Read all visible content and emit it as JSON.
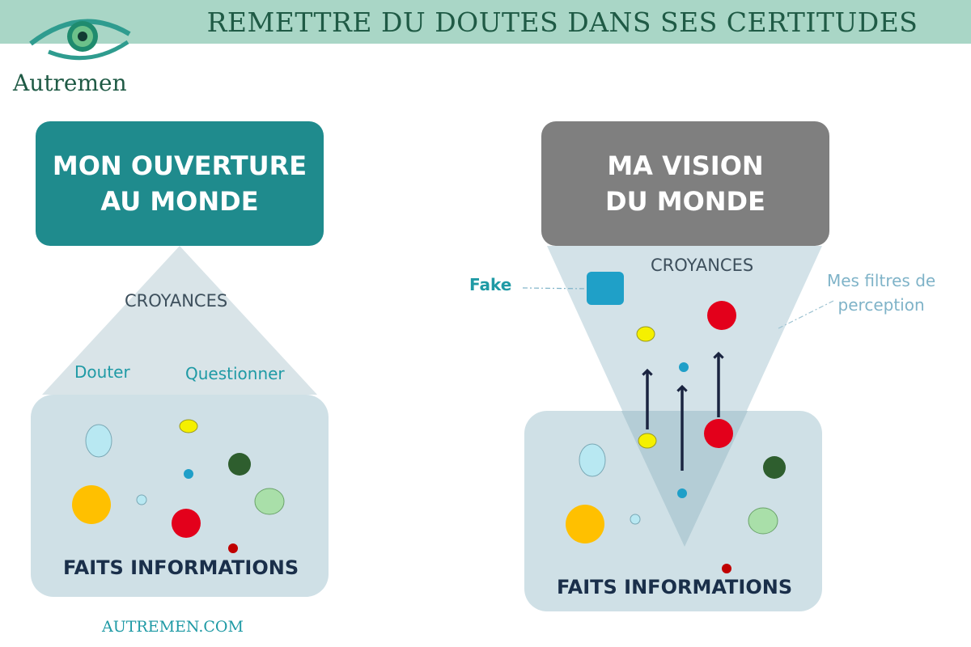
{
  "header": {
    "title": "REMETTRE DU DOUTES DANS SES CERTITUDES"
  },
  "logo": {
    "text": "Autremen"
  },
  "left": {
    "box_line1": "MON OUVERTURE",
    "box_line2": "AU  MONDE",
    "croyances": "CROYANCES",
    "douter": "Douter",
    "questionner": "Questionner",
    "facts": "FAITS INFORMATIONS"
  },
  "right": {
    "box_line1": "MA VISION",
    "box_line2": "DU MONDE",
    "croyances": "CROYANCES",
    "fake": "Fake",
    "filtres_line1": "Mes filtres de",
    "filtres_line2": "perception",
    "facts": "FAITS INFORMATIONS"
  },
  "footer": {
    "text": "AUTREMEN.COM"
  },
  "colors": {
    "header_band": "#a9d6c6",
    "title": "#1f5a45",
    "teal_box": "#1f8b8d",
    "grey_box": "#7f7f7f",
    "light_panel": "#cfe0e6",
    "arrow": "#1a2440",
    "dot_yellow": "#f5f000",
    "dot_red": "#e3001b",
    "dot_orange": "#ffc000",
    "dot_darkgreen": "#2e5e2e",
    "dot_lightgreen": "#a9dfa9",
    "dot_lightblue": "#b8e8f2",
    "dot_teal": "#1f9fc8",
    "dot_darkred": "#c00000",
    "fake_square": "#1fa0c8"
  }
}
